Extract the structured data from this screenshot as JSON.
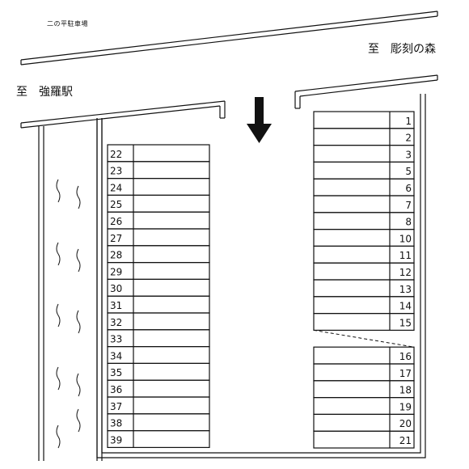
{
  "header": {
    "caption": "二の平駐車場",
    "to_left_prefix": "至",
    "to_left_dest": "強羅駅",
    "to_right_prefix": "至",
    "to_right_dest": "彫刻の森"
  },
  "entrance_arrow": {
    "icon": "down-arrow-icon",
    "direction": "down"
  },
  "left_column": [
    "22",
    "23",
    "24",
    "25",
    "26",
    "27",
    "28",
    "29",
    "30",
    "31",
    "32",
    "33",
    "34",
    "35",
    "36",
    "37",
    "38",
    "39"
  ],
  "right_column": [
    "1",
    "2",
    "3",
    "5",
    "6",
    "7",
    "8",
    "10",
    "11",
    "12",
    "13",
    "14",
    "15",
    "",
    "16",
    "17",
    "18",
    "19",
    "20",
    "21"
  ]
}
